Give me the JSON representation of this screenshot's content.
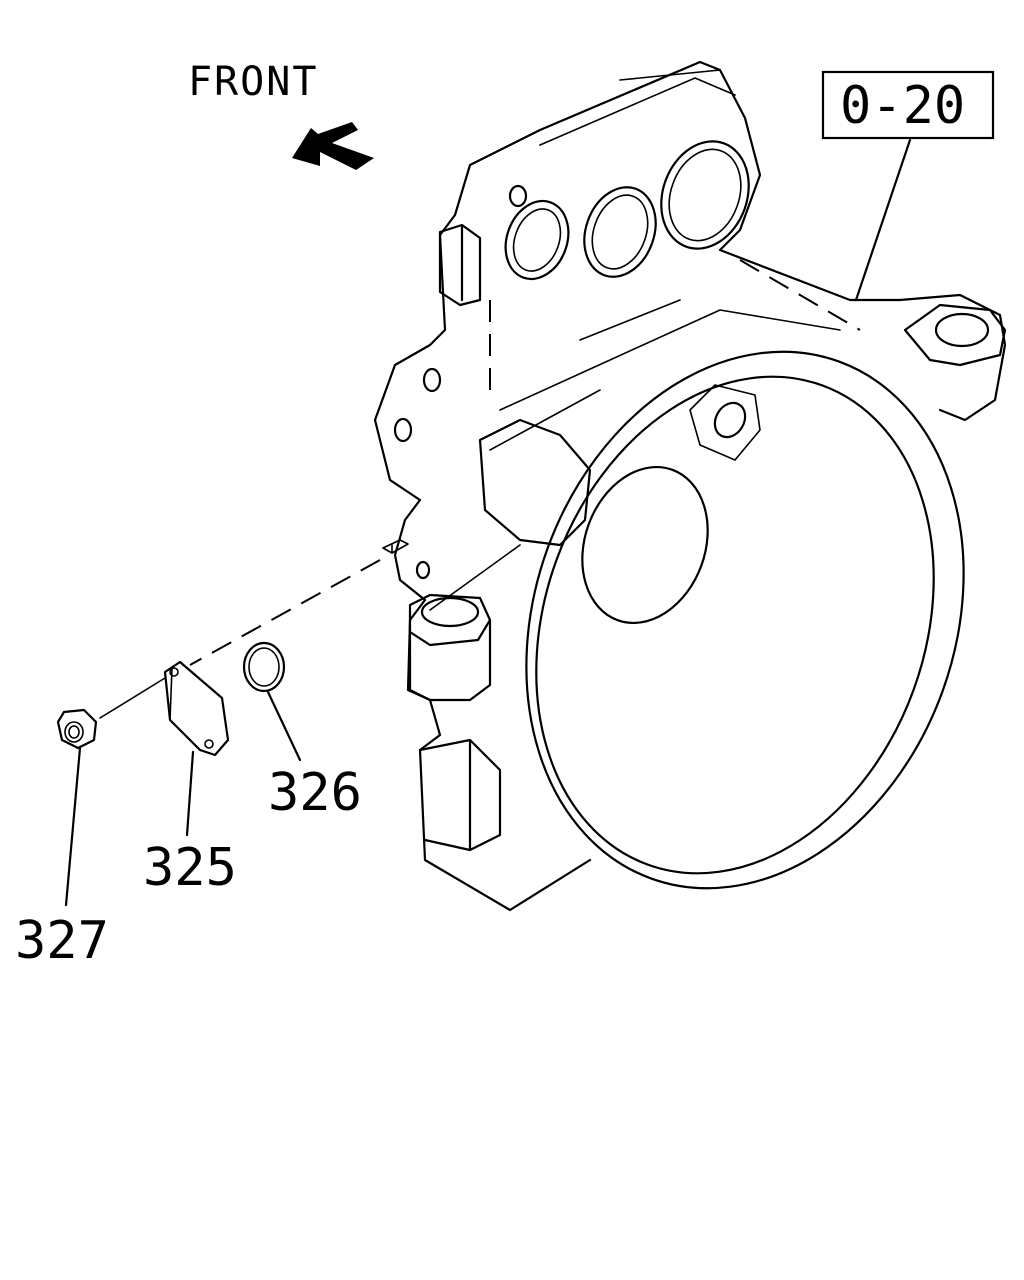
{
  "front_label": "FRONT",
  "reference_box": "0-20",
  "callouts": {
    "cover": "325",
    "o_ring": "326",
    "nut": "327"
  }
}
